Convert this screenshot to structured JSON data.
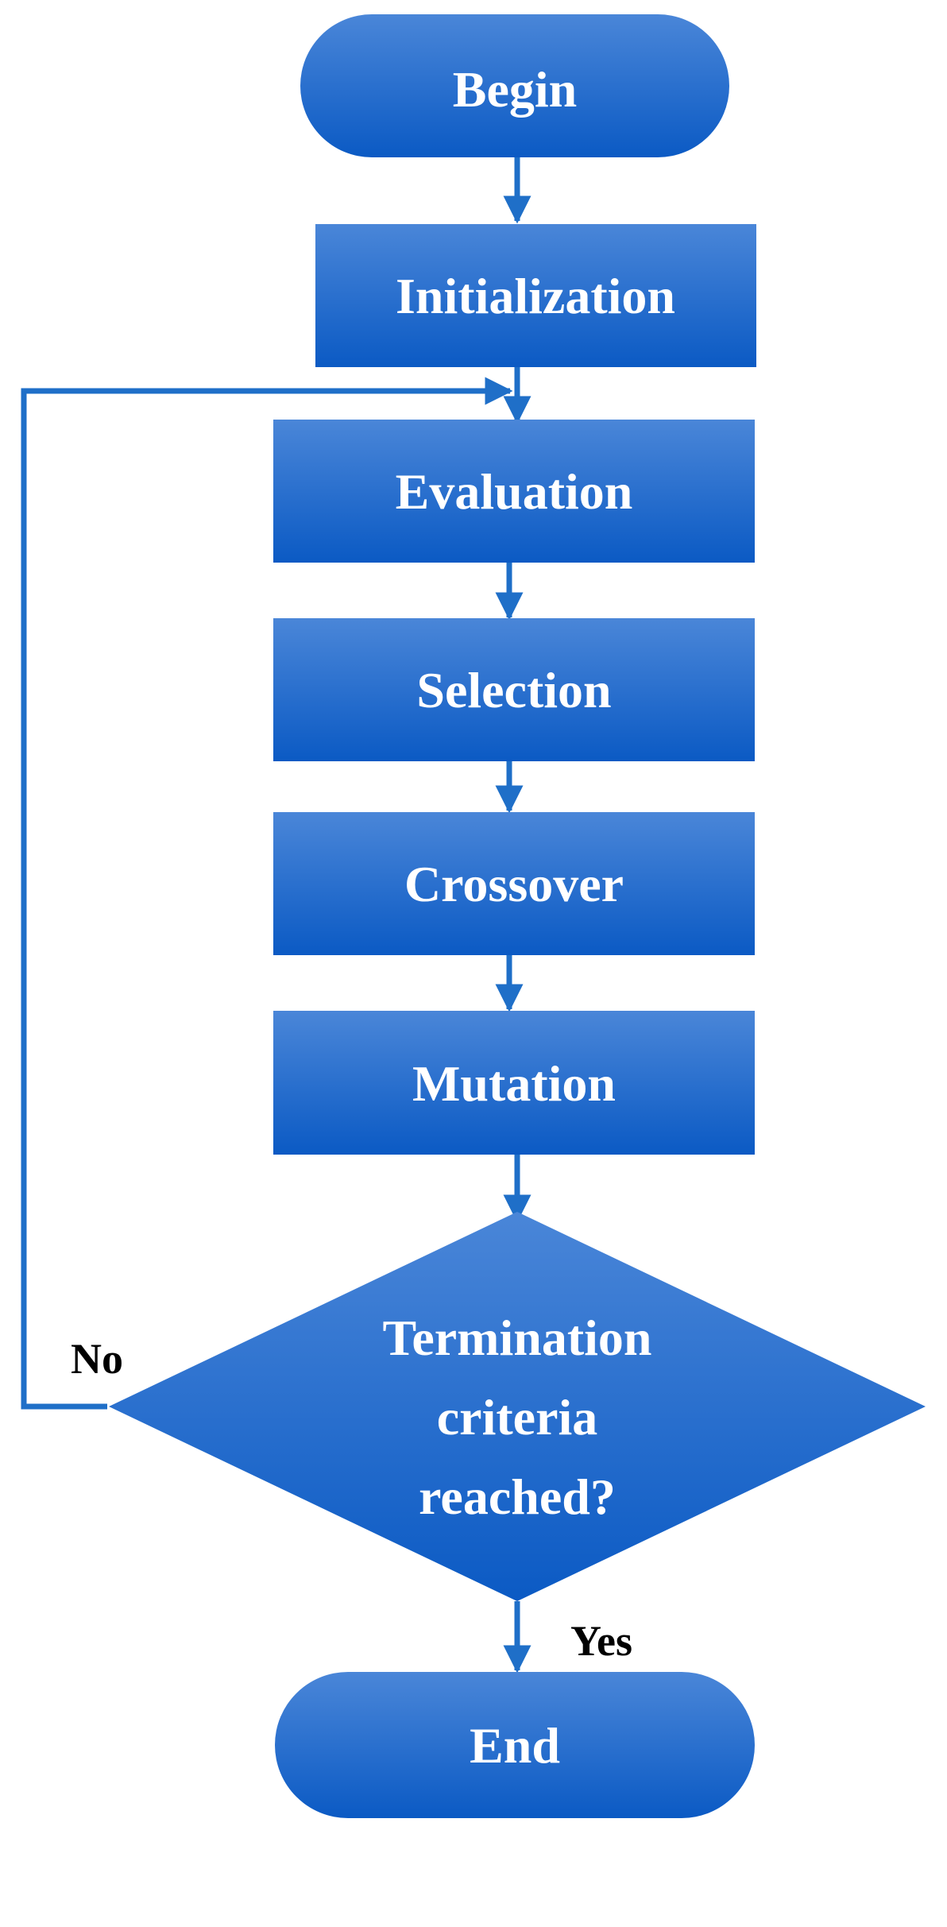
{
  "colors": {
    "node_fill_light": "#4a86d8",
    "node_fill_dark": "#0b5ac4",
    "connector": "#1f6fc8",
    "node_text": "#ffffff",
    "edge_text": "#000000"
  },
  "nodes": {
    "begin": "Begin",
    "initialization": "Initialization",
    "evaluation": "Evaluation",
    "selection": "Selection",
    "crossover": "Crossover",
    "mutation": "Mutation",
    "decision_line1": "Termination",
    "decision_line2": "criteria",
    "decision_line3": "reached?",
    "end": "End"
  },
  "edges": {
    "no_label": "No",
    "yes_label": "Yes"
  }
}
